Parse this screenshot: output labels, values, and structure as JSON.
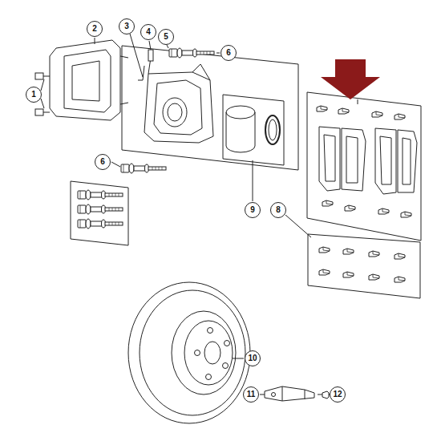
{
  "diagram": {
    "nodes": [
      {
        "text": [
          "2"
        ]
      },
      {
        "text": [
          "3"
        ]
      },
      {
        "text": [
          "4"
        ]
      },
      {
        "text": [
          "5"
        ]
      },
      {
        "text": [
          "6"
        ]
      },
      {
        "text": [
          "1"
        ]
      },
      {
        "text": [
          "6"
        ]
      },
      {
        "text": [
          "9"
        ]
      },
      {
        "text": [
          "8"
        ]
      },
      {
        "text": [
          "10"
        ]
      },
      {
        "text": [
          "11"
        ]
      },
      {
        "text": [
          "12"
        ]
      }
    ]
  }
}
